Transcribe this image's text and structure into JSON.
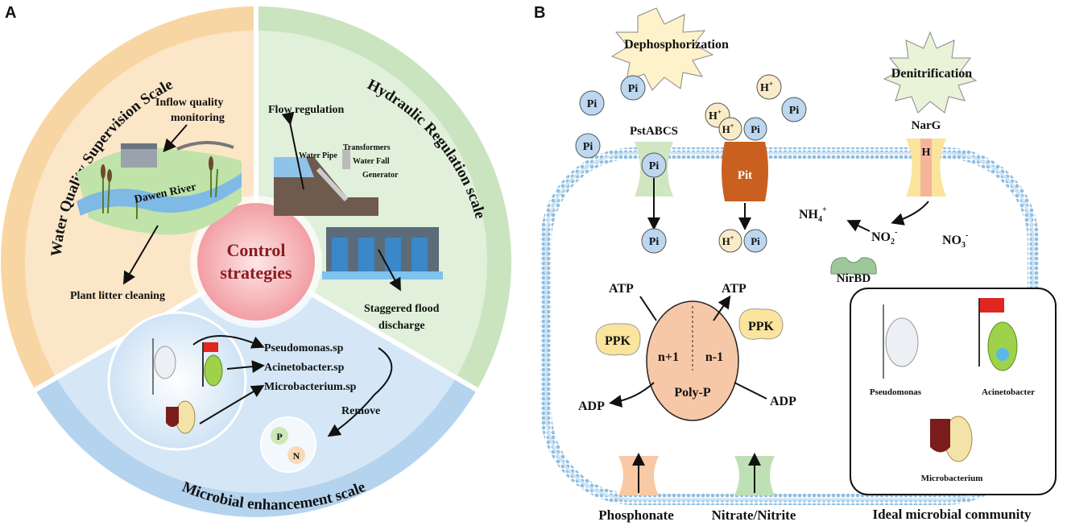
{
  "panels": {
    "a": "A",
    "b": "B"
  },
  "panel_a": {
    "center": {
      "line1": "Control",
      "line2": "strategies"
    },
    "scales": {
      "water": "Water Quality Supervision Scale",
      "hydraulic": "Hydraulic Regulation scale",
      "microbial": "Microbial enhancement scale"
    },
    "water": {
      "inflow1": "Inflow  quality",
      "inflow2": "monitoring",
      "river": "Dawen River",
      "litter": "Plant litter cleaning"
    },
    "hydraulic": {
      "flow": "Flow regulation",
      "pipe": "Water Pipe",
      "transformers": "Transformers",
      "fall": "Water Fall",
      "generator": "Generator",
      "flood1": "Staggered flood",
      "flood2": "discharge"
    },
    "microbial": {
      "pseudo": "Pseudomonas.sp",
      "acineto": "Acinetobacter.sp",
      "micro": "Microbacterium.sp",
      "remove": "Remove",
      "p": "P",
      "n": "N"
    }
  },
  "panel_b": {
    "dephos": "Dephosphorization",
    "denit": "Denitrification",
    "pi": "Pi",
    "h": "H",
    "hplus": "+",
    "pstabcs": "PstABCS",
    "pit": "Pit",
    "narg": "NarG",
    "nirbd": "NirBD",
    "nh4": "NH",
    "nh4_sub": "4",
    "nh4_sup": "+",
    "no2": "NO",
    "no2_sub": "2",
    "no2_sup": "-",
    "no3": "NO",
    "no3_sub": "3",
    "no3_sup": "-",
    "atp": "ATP",
    "adp": "ADP",
    "ppk": "PPK",
    "np1": "n+1",
    "nm1": "n-1",
    "polyp": "Poly-P",
    "phosphonate": "Phosphonate",
    "nitrate": "Nitrate/Nitrite",
    "community_title": "Ideal microbial community",
    "community": {
      "pseudo": "Pseudomonas",
      "acineto": "Acinetobacter",
      "micro": "Microbacterium"
    }
  },
  "colors": {
    "orange_ring": "#f8d6a4",
    "green_ring": "#c9e4bf",
    "blue_ring": "#b4d3ee",
    "center": "#f2a6ac",
    "membrane": "#9fc6e6",
    "pi_bubble": "#bcd7ef",
    "h_bubble": "#fbecc9",
    "ppk": "#fbe49c",
    "polyp": "#f6c8a8"
  }
}
